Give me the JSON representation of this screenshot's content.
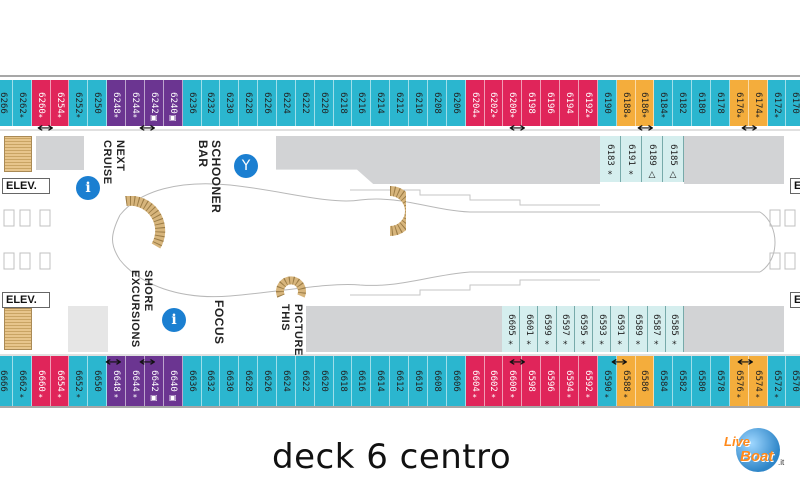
{
  "map": {
    "caption": "deck 6 centro",
    "venues": {
      "next_cruise": "NEXT CRUISE",
      "schooner_bar": "SCHOONER BAR",
      "shore_excursions": "SHORE EXCURSIONS",
      "focus": "FOCUS",
      "picture_this": "PICTURE THIS"
    },
    "elevators": {
      "left_top": "ELEV.",
      "left_bottom": "ELEV.",
      "right_top": "E",
      "right_bottom": "E"
    },
    "icons": {
      "info": "i",
      "bar": "Y"
    },
    "colors": {
      "standard_balcony": "#2bb6cf",
      "suite": "#e0255a",
      "junior_suite": "#6b3591",
      "accessible_special": "#f4ad3c",
      "interior": "#d5eeee"
    },
    "top_cabins": [
      {
        "num": "6266",
        "color": "teal",
        "mark": ""
      },
      {
        "num": "6262",
        "color": "teal",
        "mark": "*"
      },
      {
        "num": "6260",
        "color": "magenta",
        "mark": "*"
      },
      {
        "num": "6254",
        "color": "magenta",
        "mark": "*"
      },
      {
        "num": "6252",
        "color": "teal",
        "mark": "*"
      },
      {
        "num": "6250",
        "color": "teal",
        "mark": ""
      },
      {
        "num": "6248",
        "color": "purple",
        "mark": "*"
      },
      {
        "num": "6244",
        "color": "purple",
        "mark": "*"
      },
      {
        "num": "6242",
        "color": "purple",
        "mark": "▣"
      },
      {
        "num": "6240",
        "color": "purple",
        "mark": "▣"
      },
      {
        "num": "6236",
        "color": "teal",
        "mark": ""
      },
      {
        "num": "6232",
        "color": "teal",
        "mark": ""
      },
      {
        "num": "6230",
        "color": "teal",
        "mark": ""
      },
      {
        "num": "6228",
        "color": "teal",
        "mark": ""
      },
      {
        "num": "6226",
        "color": "teal",
        "mark": ""
      },
      {
        "num": "6224",
        "color": "teal",
        "mark": ""
      },
      {
        "num": "6222",
        "color": "teal",
        "mark": ""
      },
      {
        "num": "6220",
        "color": "teal",
        "mark": ""
      },
      {
        "num": "6218",
        "color": "teal",
        "mark": ""
      },
      {
        "num": "6216",
        "color": "teal",
        "mark": ""
      },
      {
        "num": "6214",
        "color": "teal",
        "mark": ""
      },
      {
        "num": "6212",
        "color": "teal",
        "mark": ""
      },
      {
        "num": "6210",
        "color": "teal",
        "mark": ""
      },
      {
        "num": "6208",
        "color": "teal",
        "mark": ""
      },
      {
        "num": "6206",
        "color": "teal",
        "mark": ""
      },
      {
        "num": "6204",
        "color": "magenta",
        "mark": "*"
      },
      {
        "num": "6202",
        "color": "magenta",
        "mark": "*"
      },
      {
        "num": "6200",
        "color": "magenta",
        "mark": "*"
      },
      {
        "num": "6198",
        "color": "magenta",
        "mark": ""
      },
      {
        "num": "6196",
        "color": "magenta",
        "mark": ""
      },
      {
        "num": "6194",
        "color": "magenta",
        "mark": ""
      },
      {
        "num": "6192",
        "color": "magenta",
        "mark": "*"
      },
      {
        "num": "6190",
        "color": "teal",
        "mark": ""
      },
      {
        "num": "6188",
        "color": "orange",
        "mark": "*"
      },
      {
        "num": "6186",
        "color": "orange",
        "mark": "*"
      },
      {
        "num": "6184",
        "color": "teal",
        "mark": "*"
      },
      {
        "num": "6182",
        "color": "teal",
        "mark": ""
      },
      {
        "num": "6180",
        "color": "teal",
        "mark": ""
      },
      {
        "num": "6178",
        "color": "teal",
        "mark": ""
      },
      {
        "num": "6176",
        "color": "orange",
        "mark": "*"
      },
      {
        "num": "6174",
        "color": "orange",
        "mark": "*"
      },
      {
        "num": "6172",
        "color": "teal",
        "mark": "*"
      },
      {
        "num": "6170",
        "color": "teal",
        "mark": ""
      }
    ],
    "bottom_cabins": [
      {
        "num": "6666",
        "color": "teal",
        "mark": ""
      },
      {
        "num": "6662",
        "color": "teal",
        "mark": "*"
      },
      {
        "num": "6660",
        "color": "magenta",
        "mark": "*"
      },
      {
        "num": "6654",
        "color": "magenta",
        "mark": "*"
      },
      {
        "num": "6652",
        "color": "teal",
        "mark": "*"
      },
      {
        "num": "6650",
        "color": "teal",
        "mark": ""
      },
      {
        "num": "6648",
        "color": "purple",
        "mark": "*"
      },
      {
        "num": "6644",
        "color": "purple",
        "mark": "*"
      },
      {
        "num": "6642",
        "color": "purple",
        "mark": "▣"
      },
      {
        "num": "6640",
        "color": "purple",
        "mark": "▣"
      },
      {
        "num": "6636",
        "color": "teal",
        "mark": ""
      },
      {
        "num": "6632",
        "color": "teal",
        "mark": ""
      },
      {
        "num": "6630",
        "color": "teal",
        "mark": ""
      },
      {
        "num": "6628",
        "color": "teal",
        "mark": ""
      },
      {
        "num": "6626",
        "color": "teal",
        "mark": ""
      },
      {
        "num": "6624",
        "color": "teal",
        "mark": ""
      },
      {
        "num": "6622",
        "color": "teal",
        "mark": ""
      },
      {
        "num": "6620",
        "color": "teal",
        "mark": ""
      },
      {
        "num": "6618",
        "color": "teal",
        "mark": ""
      },
      {
        "num": "6616",
        "color": "teal",
        "mark": ""
      },
      {
        "num": "6614",
        "color": "teal",
        "mark": ""
      },
      {
        "num": "6612",
        "color": "teal",
        "mark": ""
      },
      {
        "num": "6610",
        "color": "teal",
        "mark": ""
      },
      {
        "num": "6608",
        "color": "teal",
        "mark": ""
      },
      {
        "num": "6606",
        "color": "teal",
        "mark": ""
      },
      {
        "num": "6604",
        "color": "magenta",
        "mark": "*"
      },
      {
        "num": "6602",
        "color": "magenta",
        "mark": "*"
      },
      {
        "num": "6600",
        "color": "magenta",
        "mark": "*"
      },
      {
        "num": "6598",
        "color": "magenta",
        "mark": ""
      },
      {
        "num": "6596",
        "color": "magenta",
        "mark": ""
      },
      {
        "num": "6594",
        "color": "magenta",
        "mark": "*"
      },
      {
        "num": "6592",
        "color": "magenta",
        "mark": "*"
      },
      {
        "num": "6590",
        "color": "teal",
        "mark": "*"
      },
      {
        "num": "6588",
        "color": "orange",
        "mark": "*"
      },
      {
        "num": "6586",
        "color": "orange",
        "mark": ""
      },
      {
        "num": "6584",
        "color": "teal",
        "mark": ""
      },
      {
        "num": "6582",
        "color": "teal",
        "mark": ""
      },
      {
        "num": "6580",
        "color": "teal",
        "mark": ""
      },
      {
        "num": "6578",
        "color": "teal",
        "mark": ""
      },
      {
        "num": "6576",
        "color": "orange",
        "mark": "*"
      },
      {
        "num": "6574",
        "color": "orange",
        "mark": "*"
      },
      {
        "num": "6572",
        "color": "teal",
        "mark": "*"
      },
      {
        "num": "6570",
        "color": "teal",
        "mark": ""
      }
    ],
    "inner_top_cabins": [
      {
        "num": "6183",
        "mark": "*"
      },
      {
        "num": "6191",
        "mark": "*"
      },
      {
        "num": "6189",
        "mark": "△"
      },
      {
        "num": "6185",
        "mark": "△"
      }
    ],
    "inner_bottom_cabins": [
      {
        "num": "6605",
        "mark": "*"
      },
      {
        "num": "6601",
        "mark": "*"
      },
      {
        "num": "6599",
        "mark": "*"
      },
      {
        "num": "6597",
        "mark": "*"
      },
      {
        "num": "6595",
        "mark": "*"
      },
      {
        "num": "6593",
        "mark": "*"
      },
      {
        "num": "6591",
        "mark": "*"
      },
      {
        "num": "6589",
        "mark": "*"
      },
      {
        "num": "6587",
        "mark": "*"
      },
      {
        "num": "6585",
        "mark": "*"
      }
    ],
    "logo": {
      "line1": "Live",
      "line2": "Boat",
      "line3": ".it"
    }
  }
}
